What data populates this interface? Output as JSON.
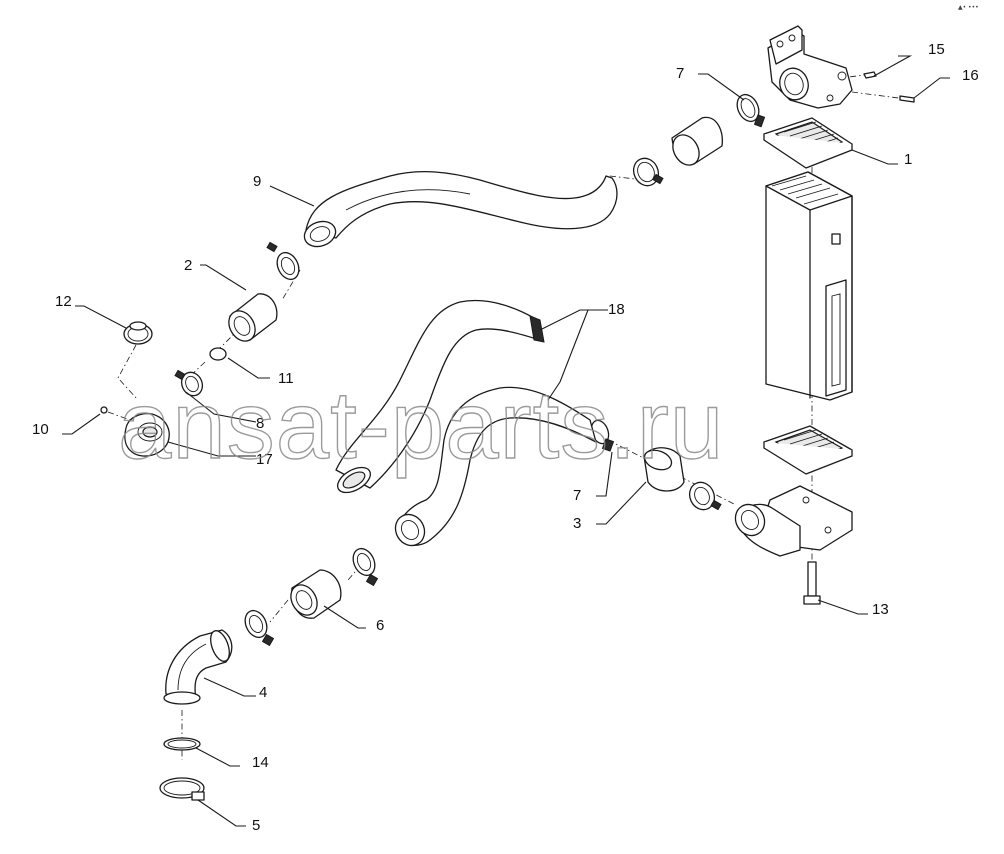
{
  "diagram": {
    "watermark": "ansat-parts.ru",
    "corner_mark": "▲• •••",
    "callouts": {
      "c1": "1",
      "c2": "2",
      "c3": "3",
      "c4": "4",
      "c5": "5",
      "c6": "6",
      "c7a": "7",
      "c7b": "7",
      "c8": "8",
      "c9": "9",
      "c10": "10",
      "c11": "11",
      "c12": "12",
      "c13": "13",
      "c14": "14",
      "c15": "15",
      "c16": "16",
      "c17": "17",
      "c18": "18"
    }
  }
}
